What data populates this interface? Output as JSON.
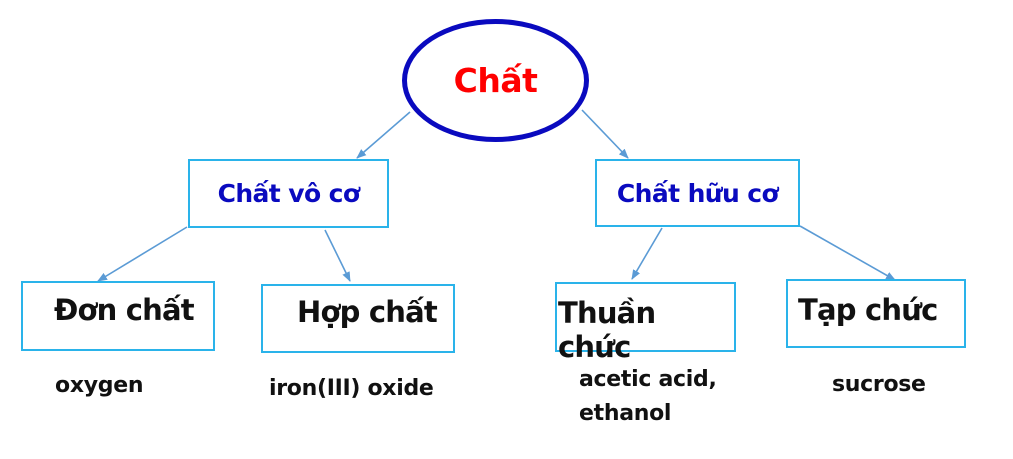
{
  "colors": {
    "root_border": "#0a0abf",
    "root_text": "#ff0000",
    "level1_text": "#0a0abf",
    "box_border": "#2ab3ea",
    "arrow": "#5b9bd5",
    "leaf_text": "#111111"
  },
  "root": {
    "label": "Chất"
  },
  "branches": [
    {
      "label": "Chất vô cơ",
      "children": [
        {
          "label": "Đơn chất",
          "example": "oxygen"
        },
        {
          "label": "Hợp chất",
          "example": "iron(III) oxide"
        }
      ]
    },
    {
      "label": "Chất hữu cơ",
      "children": [
        {
          "label": "Thuần chức",
          "example_lines": [
            "acetic acid,",
            "ethanol"
          ]
        },
        {
          "label": "Tạp chức",
          "example": "sucrose"
        }
      ]
    }
  ]
}
